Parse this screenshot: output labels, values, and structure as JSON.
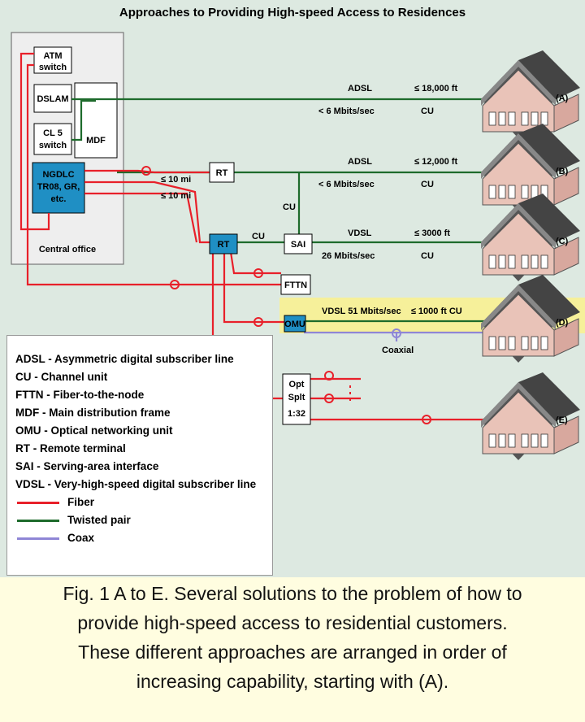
{
  "title": "Approaches to Providing High-speed Access to Residences",
  "central_office": {
    "label": "Central office",
    "atm_switch": [
      "ATM",
      "switch"
    ],
    "dslam": "DSLAM",
    "class5_switch": [
      "CL 5",
      "switch"
    ],
    "mdf": "MDF",
    "ngdlc": [
      "NGDLC",
      "TR08, GR,",
      "etc."
    ]
  },
  "nodes": {
    "rt_upper": "RT",
    "rt_lower": "RT",
    "sai": "SAI",
    "fttn": "FTTN",
    "omu": "OMU",
    "splitter": [
      "Opt",
      "Splt",
      "1:32"
    ]
  },
  "links": {
    "a": {
      "tech": "ADSL",
      "distance": "≤ 18,000 ft",
      "rate": "< 6 Mbits/sec",
      "unit": "CU"
    },
    "b": {
      "tech": "ADSL",
      "distance": "≤ 12,000 ft",
      "rate": "< 6 Mbits/sec",
      "unit": "CU"
    },
    "c": {
      "tech": "VDSL",
      "distance": "≤ 3000 ft",
      "rate": "26 Mbits/sec",
      "unit": "CU"
    },
    "d": {
      "text": "VDSL 51 Mbits/sec    ≤ 1000 ft CU",
      "coax": "Coaxial"
    },
    "rt_dist_1": "≤ 10 mi",
    "rt_dist_2": "≤ 10 mi",
    "cu_vertical": "CU",
    "cu_rt_sai": "CU"
  },
  "houses": [
    "(A)",
    "(B)",
    "(C)",
    "(D)",
    "(E)"
  ],
  "legend": [
    {
      "term": "ADSL",
      "desc": "Asymmetric digital subscriber line"
    },
    {
      "term": "CU",
      "desc": "Channel unit"
    },
    {
      "term": "FTTN",
      "desc": "Fiber-to-the-node"
    },
    {
      "term": "MDF",
      "desc": "Main distribution frame"
    },
    {
      "term": "OMU",
      "desc": "Optical networking unit"
    },
    {
      "term": "RT",
      "desc": "Remote terminal"
    },
    {
      "term": "SAI",
      "desc": "Serving-area interface"
    },
    {
      "term": "VDSL",
      "desc": "Very-high-speed digital subscriber line"
    }
  ],
  "line_legend": [
    {
      "label": "Fiber",
      "color": "#e8202a"
    },
    {
      "label": "Twisted pair",
      "color": "#1e6b2c"
    },
    {
      "label": "Coax",
      "color": "#8f86d6"
    }
  ],
  "colors": {
    "fiber": "#e8202a",
    "twisted": "#1e6b2c",
    "coax": "#8f86d6",
    "ngdlc_fill": "#1f8fc4",
    "highlight": "#f6f09a"
  },
  "caption": [
    "Fig. 1 A to E. Several solutions to the problem of how to",
    "provide high-speed access to residential customers.",
    "These different approaches are arranged in order of",
    "increasing capability, starting with (A)."
  ]
}
